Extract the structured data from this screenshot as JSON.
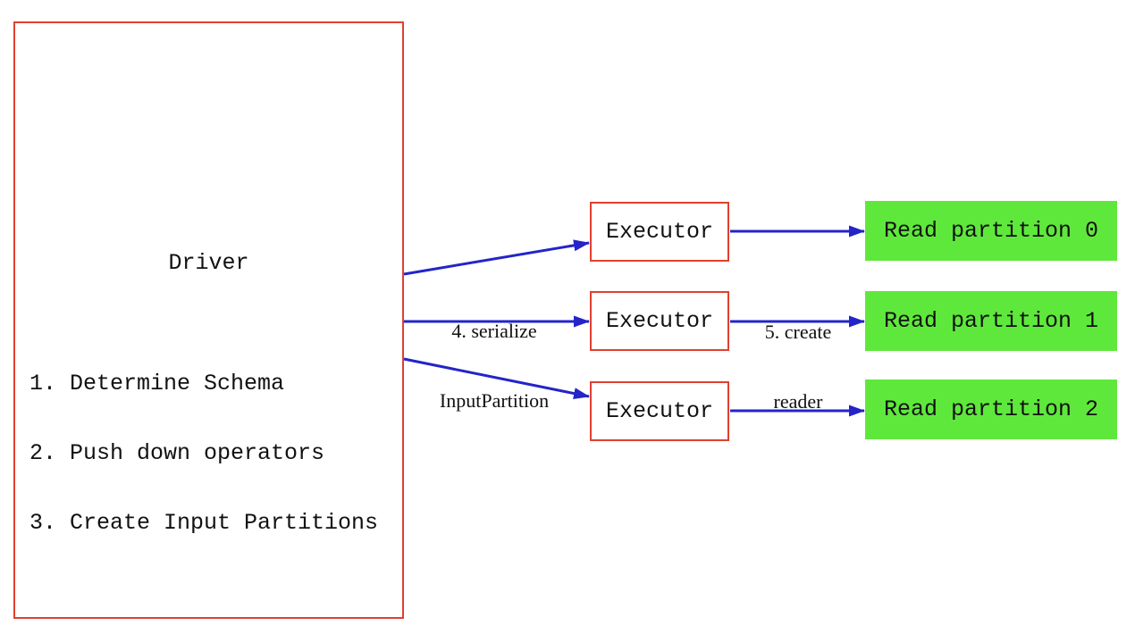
{
  "colors": {
    "background": "#ffffff",
    "box_border_red": "#e0402f",
    "arrow_blue": "#2424c8",
    "partition_green": "#5fe83c",
    "text_black": "#111111"
  },
  "driver": {
    "title": "Driver",
    "steps": [
      "1. Determine Schema",
      "2. Push down operators",
      "3. Create Input Partitions"
    ]
  },
  "executors": [
    {
      "label": "Executor"
    },
    {
      "label": "Executor"
    },
    {
      "label": "Executor"
    }
  ],
  "partitions": [
    {
      "label": "Read partition 0"
    },
    {
      "label": "Read partition 1"
    },
    {
      "label": "Read partition 2"
    }
  ],
  "edge_labels": {
    "serialize": {
      "line1": "4. serialize",
      "line2": "InputPartition"
    },
    "create_reader": {
      "line1": "5. create",
      "line2": "reader"
    }
  }
}
